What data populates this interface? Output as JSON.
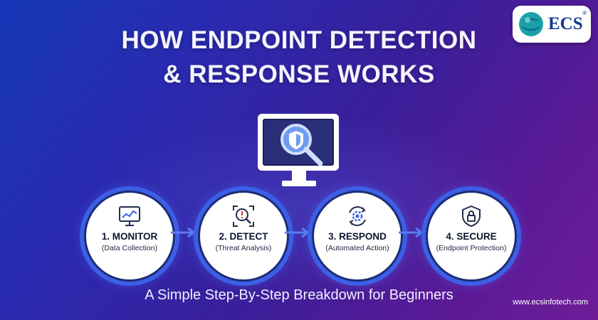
{
  "logo": {
    "text": "ECS",
    "registered": "®"
  },
  "title": {
    "line1": "HOW ENDPOINT DETECTION",
    "line2": "& RESPONSE WORKS"
  },
  "hero_icon": "monitor-shield-magnifier-icon",
  "steps": [
    {
      "label": "1. MONITOR",
      "sub": "(Data Collection)",
      "icon": "chart-monitor-icon"
    },
    {
      "label": "2. DETECT",
      "sub": "(Threat Analysis)",
      "icon": "search-alert-icon"
    },
    {
      "label": "3. RESPOND",
      "sub": "(Automated Action)",
      "icon": "gear-cycle-icon"
    },
    {
      "label": "4. SECURE",
      "sub": "(Endpoint Protection)",
      "icon": "shield-lock-icon"
    }
  ],
  "tagline": "A Simple Step-By-Step Breakdown for Beginners",
  "website": "www.ecsinfotech.com",
  "colors": {
    "accent": "#3c5fe6",
    "circle_border": "#1d2c74",
    "logo_text": "#123a8e"
  }
}
